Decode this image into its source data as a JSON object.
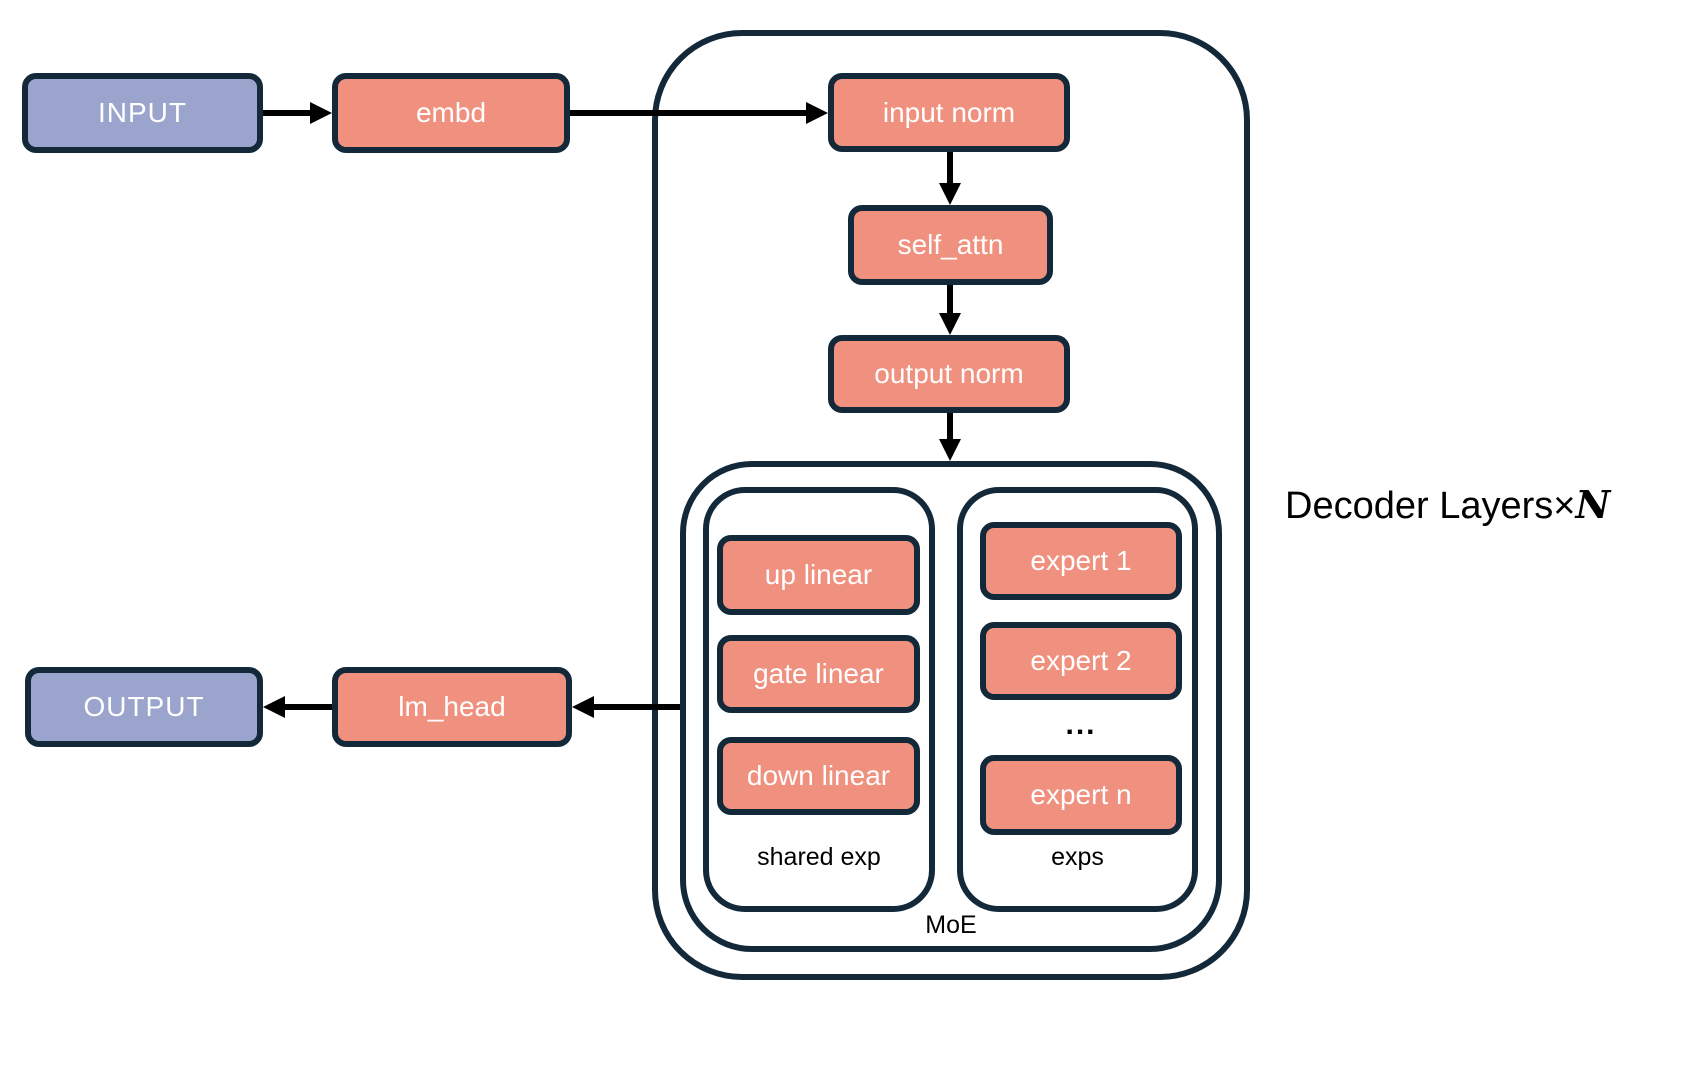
{
  "colors": {
    "block_fill": "#F0907E",
    "io_fill": "#9BA4CD",
    "border": "#13293A",
    "arrow": "#000000",
    "box_text": "#FFFFFF",
    "label_text": "#000000",
    "background": "#FFFFFF"
  },
  "io": {
    "input": "INPUT",
    "output": "OUTPUT"
  },
  "pipeline": {
    "embd": "embd",
    "lm_head": "lm_head"
  },
  "decoder": {
    "label": "Decoder Layers",
    "times": "×",
    "n": "N",
    "input_norm": "input norm",
    "self_attn": "self_attn",
    "output_norm": "output norm"
  },
  "moe": {
    "label": "MoE",
    "shared": {
      "label": "shared exp",
      "blocks": [
        "up linear",
        "gate linear",
        "down linear"
      ]
    },
    "experts": {
      "label": "exps",
      "items": [
        "expert 1",
        "expert 2",
        "expert n"
      ],
      "ellipsis": "..."
    }
  }
}
